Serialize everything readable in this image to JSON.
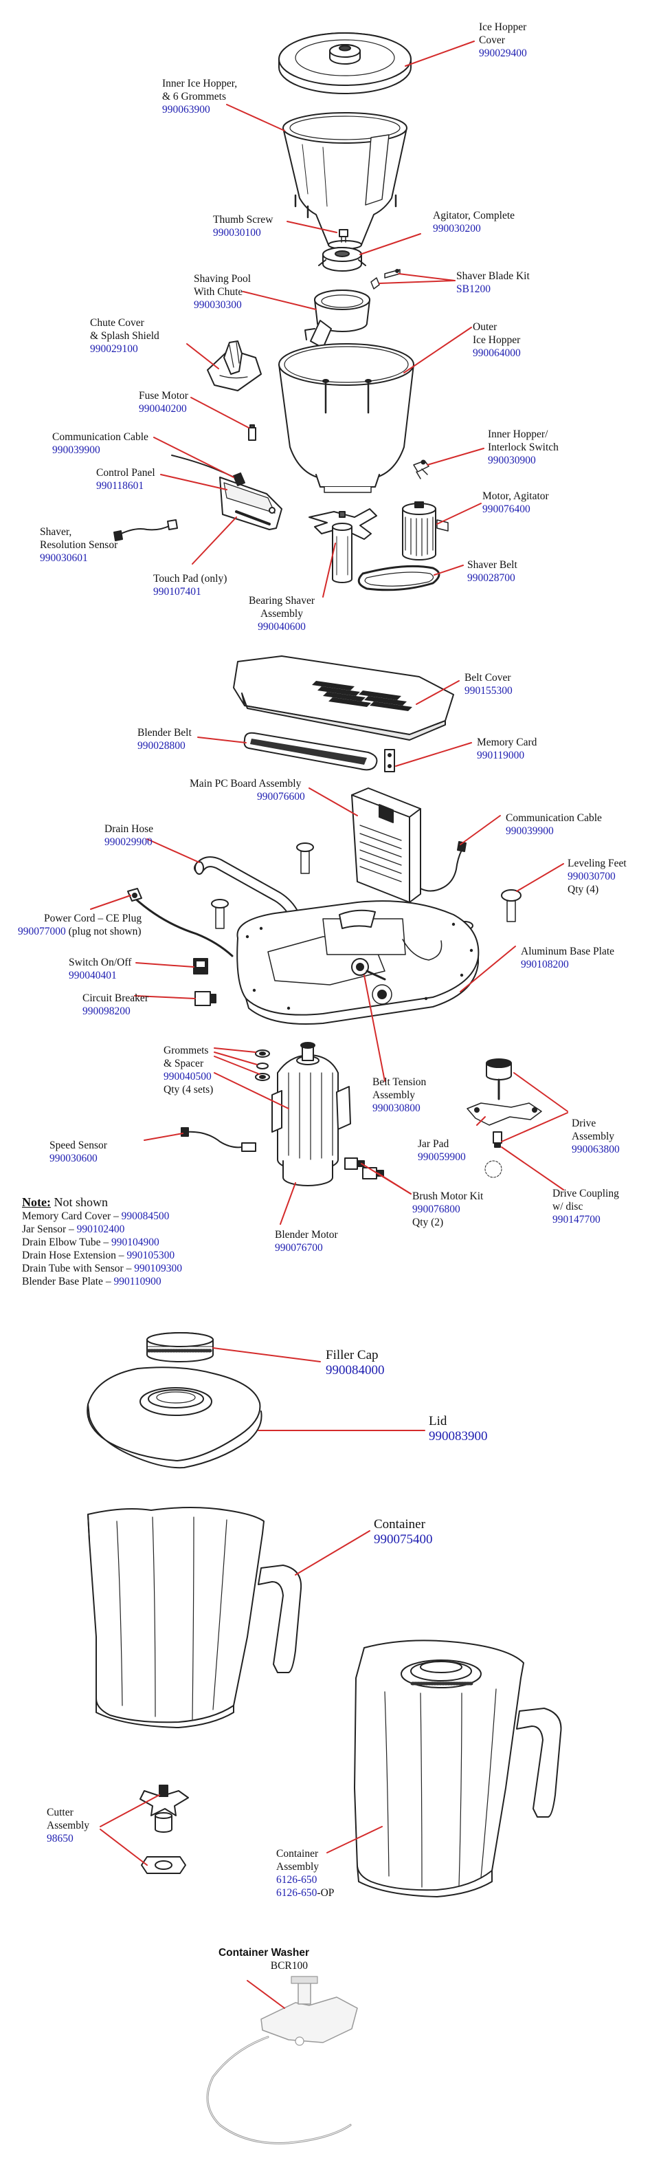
{
  "colors": {
    "part_number": "#1d1db0",
    "leader": "#d42b2b",
    "line_art": "#222222"
  },
  "parts": {
    "ice_hopper_cover": {
      "lines": [
        "Ice Hopper",
        "Cover"
      ],
      "pn": "990029400"
    },
    "inner_ice_hopper": {
      "lines": [
        "Inner Ice Hopper,",
        "& 6 Grommets"
      ],
      "pn": "990063900"
    },
    "thumb_screw": {
      "lines": [
        "Thumb Screw"
      ],
      "pn": "990030100"
    },
    "agitator_complete": {
      "lines": [
        "Agitator, Complete"
      ],
      "pn": "990030200"
    },
    "shaver_blade_kit": {
      "lines": [
        "Shaver Blade Kit"
      ],
      "pn": "SB1200"
    },
    "shaving_pool": {
      "lines": [
        "Shaving Pool",
        "With Chute"
      ],
      "pn": "990030300"
    },
    "chute_cover": {
      "lines": [
        "Chute Cover",
        "& Splash Shield"
      ],
      "pn": "990029100"
    },
    "outer_ice_hopper": {
      "lines": [
        "Outer",
        "Ice Hopper"
      ],
      "pn": "990064000"
    },
    "fuse_motor": {
      "lines": [
        "Fuse Motor"
      ],
      "pn": "990040200"
    },
    "communication_cable_top": {
      "lines": [
        "Communication Cable"
      ],
      "pn": "990039900"
    },
    "inner_hopper_switch": {
      "lines": [
        "Inner Hopper/",
        "Interlock Switch"
      ],
      "pn": "990030900"
    },
    "control_panel": {
      "lines": [
        "Control Panel"
      ],
      "pn": "990118601"
    },
    "motor_agitator": {
      "lines": [
        "Motor, Agitator"
      ],
      "pn": "990076400"
    },
    "shaver_resolution_sensor": {
      "lines": [
        "Shaver,",
        "Resolution Sensor"
      ],
      "pn": "990030601"
    },
    "shaver_belt": {
      "lines": [
        "Shaver Belt"
      ],
      "pn": "990028700"
    },
    "touch_pad": {
      "lines": [
        "Touch Pad (only)"
      ],
      "pn": "990107401"
    },
    "bearing_shaver": {
      "lines": [
        "Bearing Shaver",
        "Assembly"
      ],
      "pn": "990040600"
    },
    "belt_cover": {
      "lines": [
        "Belt Cover"
      ],
      "pn": "990155300"
    },
    "blender_belt": {
      "lines": [
        "Blender Belt"
      ],
      "pn": "990028800"
    },
    "memory_card": {
      "lines": [
        "Memory Card"
      ],
      "pn": "990119000"
    },
    "main_pc_board": {
      "lines": [
        "Main PC Board Assembly"
      ],
      "pn": "990076600"
    },
    "communication_cable_base": {
      "lines": [
        "Communication Cable"
      ],
      "pn": "990039900"
    },
    "drain_hose": {
      "lines": [
        "Drain Hose"
      ],
      "pn": "990029900"
    },
    "leveling_feet": {
      "lines": [
        "Leveling Feet"
      ],
      "pn": "990030700",
      "extra": "Qty (4)"
    },
    "power_cord": {
      "lines": [
        "Power Cord – CE Plug"
      ],
      "pn": "990077000",
      "pn_note": " (plug not shown)"
    },
    "aluminum_base_plate": {
      "lines": [
        "Aluminum Base Plate"
      ],
      "pn": "990108200"
    },
    "switch_on_off": {
      "lines": [
        "Switch On/Off"
      ],
      "pn": "990040401"
    },
    "circuit_breaker": {
      "lines": [
        "Circuit Breaker"
      ],
      "pn": "990098200"
    },
    "grommets_spacer": {
      "lines": [
        "Grommets",
        "& Spacer"
      ],
      "pn": "990040500",
      "extra": "Qty (4 sets)"
    },
    "belt_tension": {
      "lines": [
        "Belt Tension",
        "Assembly"
      ],
      "pn": "990030800"
    },
    "drive_assembly": {
      "lines": [
        "Drive",
        "Assembly"
      ],
      "pn": "990063800"
    },
    "jar_pad": {
      "lines": [
        "Jar Pad"
      ],
      "pn": "990059900"
    },
    "speed_sensor": {
      "lines": [
        "Speed Sensor"
      ],
      "pn": "990030600"
    },
    "brush_motor_kit": {
      "lines": [
        "Brush Motor Kit"
      ],
      "pn": "990076800",
      "extra": "Qty (2)"
    },
    "drive_coupling": {
      "lines": [
        "Drive Coupling",
        "w/ disc"
      ],
      "pn": "990147700"
    },
    "blender_motor": {
      "lines": [
        "Blender Motor"
      ],
      "pn": "990076700"
    },
    "filler_cap": {
      "lines": [
        "Filler Cap"
      ],
      "pn": "990084000"
    },
    "lid": {
      "lines": [
        "Lid"
      ],
      "pn": "990083900"
    },
    "container": {
      "lines": [
        "Container"
      ],
      "pn": "990075400"
    },
    "cutter_assembly": {
      "lines": [
        "Cutter",
        "Assembly"
      ],
      "pn": "98650"
    },
    "container_assembly": {
      "lines": [
        "Container",
        "Assembly"
      ],
      "pn": "6126-650",
      "pn2": "6126-650",
      "pn2_suffix": "-OP"
    },
    "container_washer": {
      "title": "Container Washer",
      "pn": "BCR100"
    }
  },
  "notes": {
    "heading_bold": "Note:",
    "heading_rest": " Not shown",
    "items": [
      {
        "name": "Memory Card Cover – ",
        "pn": "990084500"
      },
      {
        "name": "Jar Sensor – ",
        "pn": "990102400"
      },
      {
        "name": "Drain Elbow Tube – ",
        "pn": "990104900"
      },
      {
        "name": "Drain Hose Extension – ",
        "pn": "990105300"
      },
      {
        "name": "Drain Tube with Sensor – ",
        "pn": "990109300"
      },
      {
        "name": "Blender Base Plate – ",
        "pn": "990110900"
      }
    ]
  }
}
